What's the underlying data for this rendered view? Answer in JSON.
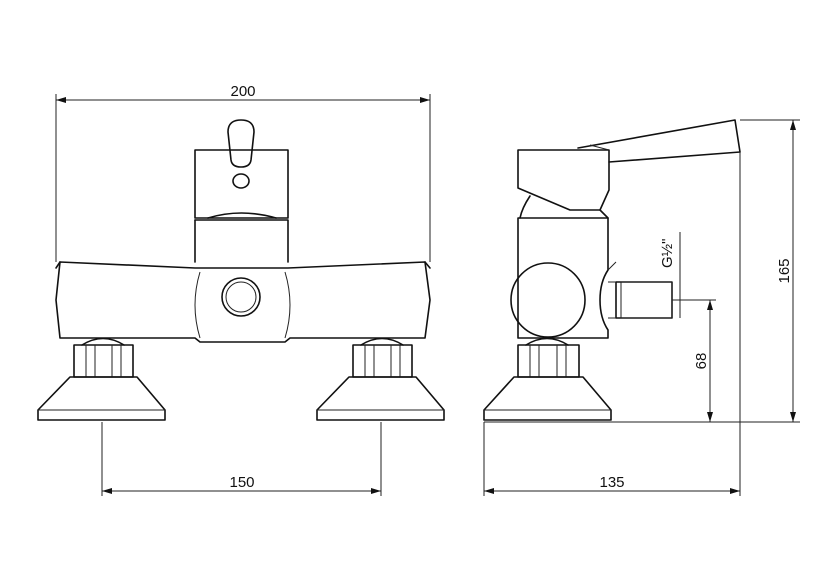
{
  "drawing": {
    "dimensions": {
      "width_overall": "200",
      "outlet_centers": "150",
      "depth": "135",
      "height": "165",
      "inlet_height": "68",
      "thread": "G½\""
    }
  }
}
